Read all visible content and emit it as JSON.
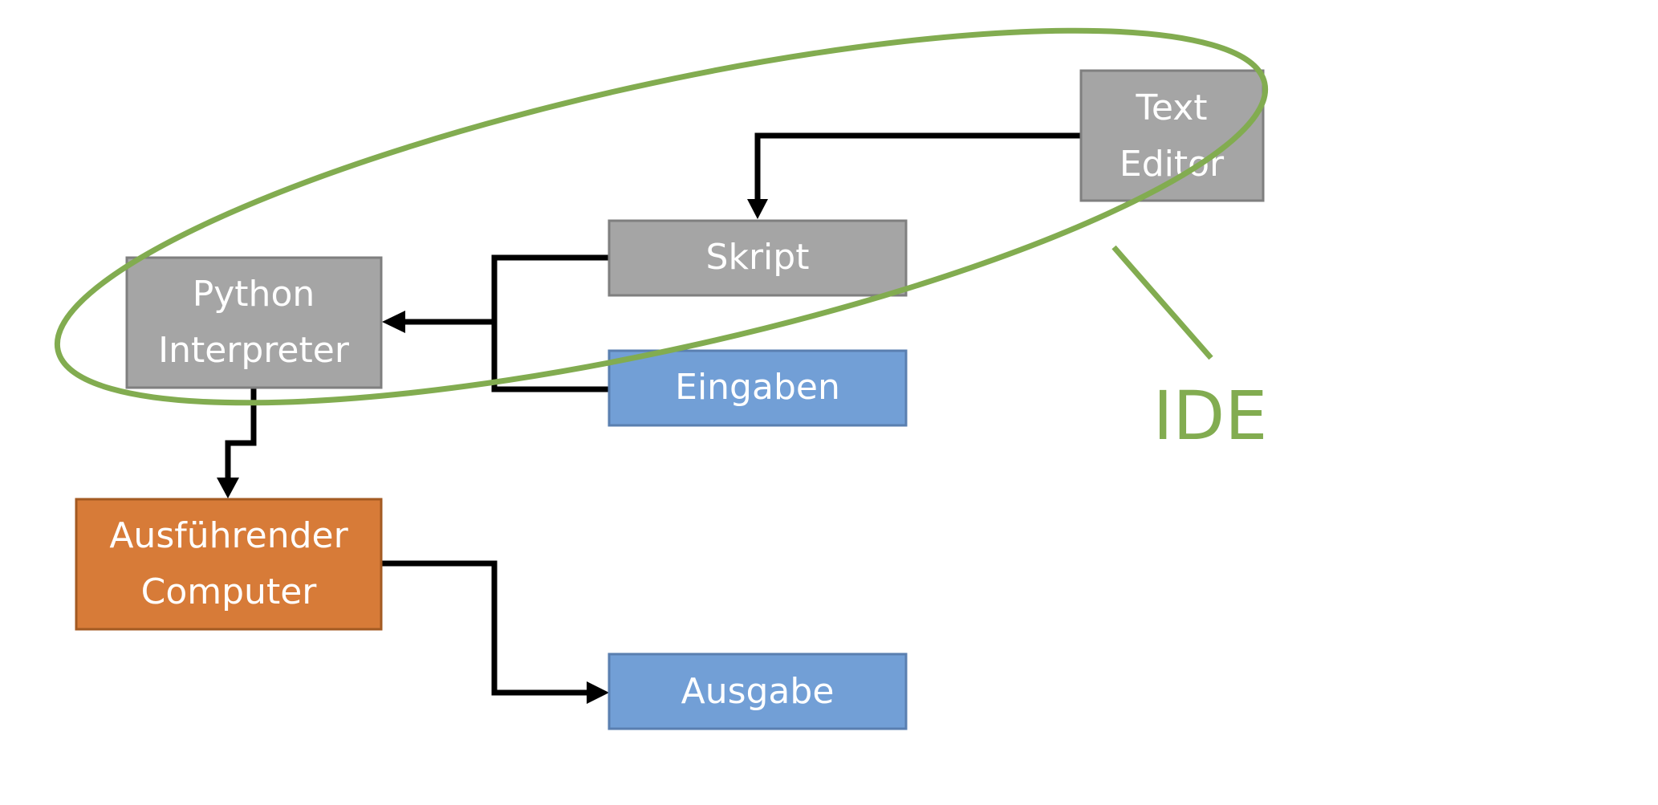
{
  "colors": {
    "gray_box": "#a5a5a5",
    "gray_border": "#7f7f7f",
    "blue_box": "#729fd6",
    "blue_border": "#5a7fb0",
    "orange_box": "#d77b38",
    "orange_border": "#a35a22",
    "ide_green": "#82ac50",
    "arrow": "#000000",
    "box_text": "#ffffff"
  },
  "nodes": {
    "text_editor": {
      "line1": "Text",
      "line2": "Editor"
    },
    "skript": {
      "label": "Skript"
    },
    "python_interpreter": {
      "line1": "Python",
      "line2": "Interpreter"
    },
    "eingaben": {
      "label": "Eingaben"
    },
    "ausfuehrender_computer": {
      "line1": "Ausführender",
      "line2": "Computer"
    },
    "ausgabe": {
      "label": "Ausgabe"
    }
  },
  "ide": {
    "label": "IDE"
  },
  "edges": [
    {
      "from": "text_editor",
      "to": "skript"
    },
    {
      "from": "skript",
      "to": "python_interpreter"
    },
    {
      "from": "eingaben",
      "to": "python_interpreter"
    },
    {
      "from": "python_interpreter",
      "to": "ausfuehrender_computer"
    },
    {
      "from": "ausfuehrender_computer",
      "to": "ausgabe"
    }
  ]
}
